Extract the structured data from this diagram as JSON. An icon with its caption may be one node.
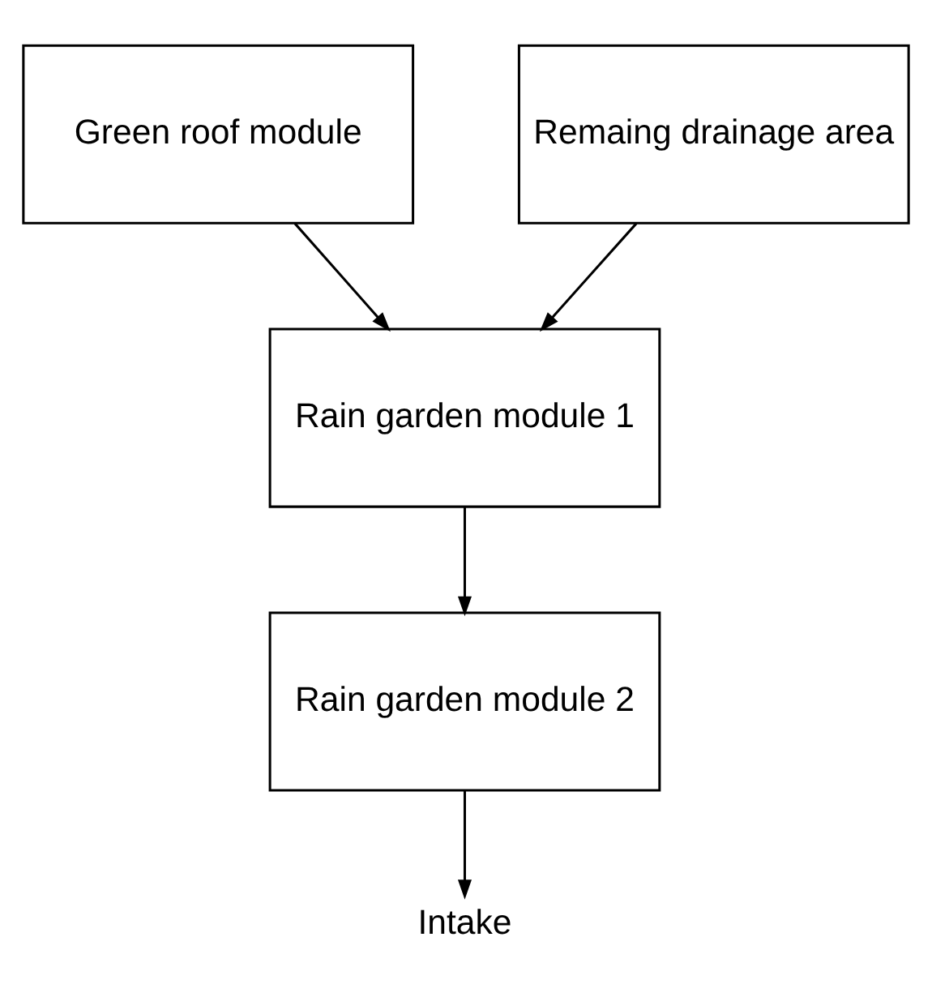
{
  "diagram": {
    "nodes": [
      {
        "text": [
          "Green roof module"
        ]
      },
      {
        "text": [
          "Remaing drainage area"
        ]
      },
      {
        "text": [
          "Rain garden module 1"
        ]
      },
      {
        "text": [
          "Rain garden module 2"
        ]
      },
      {
        "text": [
          "Intake"
        ]
      }
    ],
    "edges": [
      {
        "from": 0,
        "to": 2,
        "arrow": "to"
      },
      {
        "from": 1,
        "to": 2,
        "arrow": "to"
      },
      {
        "from": 2,
        "to": 3,
        "arrow": "to"
      },
      {
        "from": 3,
        "to": 4,
        "arrow": "to"
      }
    ]
  }
}
